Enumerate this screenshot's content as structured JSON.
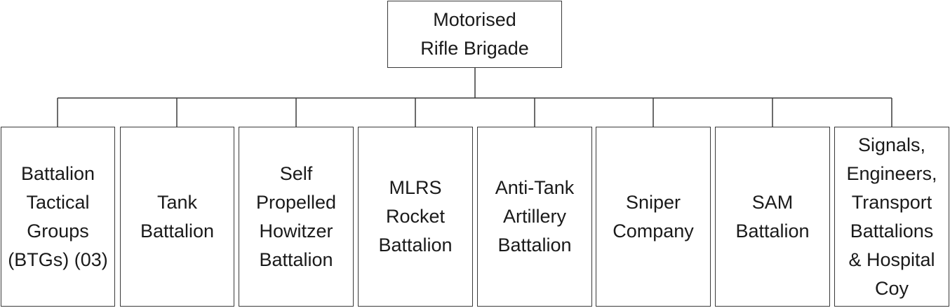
{
  "root": {
    "label": "Motorised\nRifle Brigade"
  },
  "children": [
    {
      "label": "Battalion\nTactical\nGroups\n(BTGs) (03)"
    },
    {
      "label": "Tank\nBattalion"
    },
    {
      "label": "Self\nPropelled\nHowitzer\nBattalion"
    },
    {
      "label": "MLRS\nRocket\nBattalion"
    },
    {
      "label": "Anti-Tank\nArtillery\nBattalion"
    },
    {
      "label": "Sniper\nCompany"
    },
    {
      "label": "SAM\nBattalion"
    },
    {
      "label": "Signals,\nEngineers,\nTransport\nBattalions\n& Hospital\nCoy"
    }
  ]
}
